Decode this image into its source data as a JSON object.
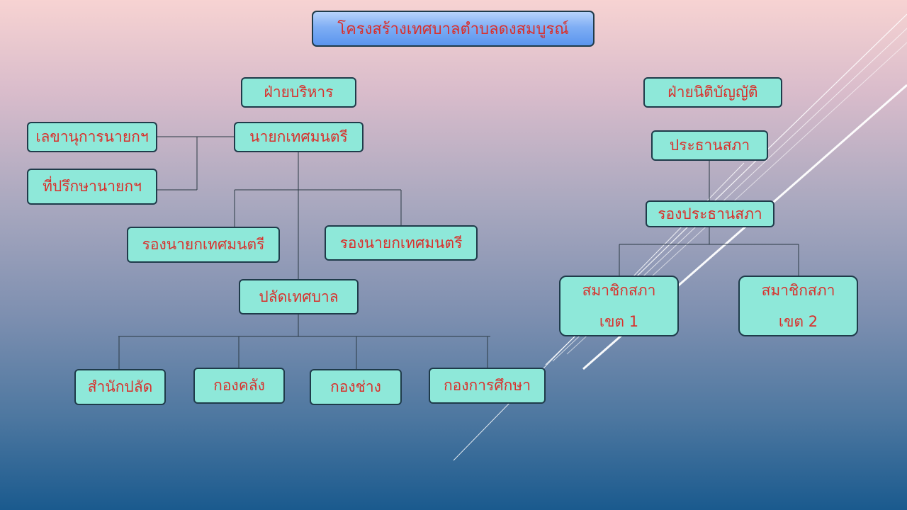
{
  "title": "โครงสร้างเทศบาลตำบลดงสมบูรณ์",
  "executive": {
    "header": "ฝ่ายบริหาร",
    "mayor": "นายกเทศมนตรี",
    "secretary": "เลขานุการนายกฯ",
    "advisor": "ที่ปรึกษานายกฯ",
    "deputy_left": "รองนายกเทศมนตรี",
    "deputy_right": "รองนายกเทศมนตรี",
    "clerk": "ปลัดเทศบาล",
    "divisions": [
      "สำนักปลัด",
      "กองคลัง",
      "กองช่าง",
      "กองการศึกษา"
    ]
  },
  "legislative": {
    "header": "ฝ่ายนิติบัญญัติ",
    "president": "ประธานสภา",
    "vice_president": "รองประธานสภา",
    "member_1": {
      "line1": "สมาชิกสภา",
      "line2": "เขต 1"
    },
    "member_2": {
      "line1": "สมาชิกสภา",
      "line2": "เขต 2"
    }
  },
  "colors": {
    "box_fill": "#8ee8d9",
    "box_border": "#1f3b4a",
    "text": "#d9302c",
    "title_fill": "#7faef4"
  }
}
